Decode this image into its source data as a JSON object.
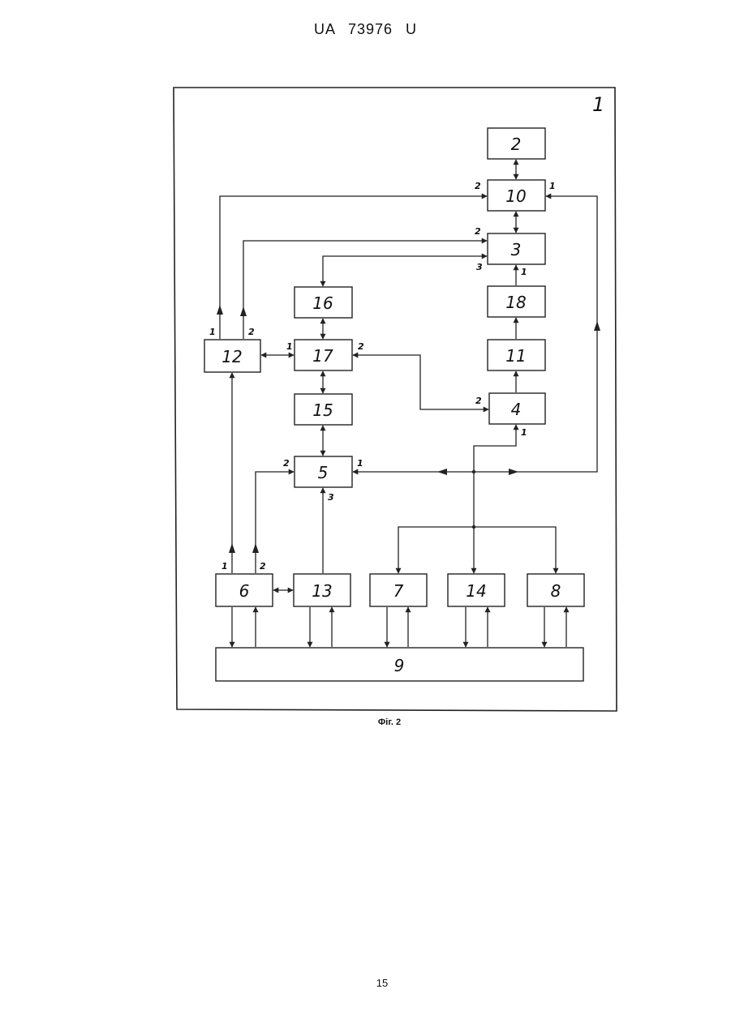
{
  "header": {
    "text": "UA   73976   U"
  },
  "figure": {
    "frame_label": "1",
    "caption": "Фіг. 2",
    "blocks": [
      {
        "id": "b2",
        "label": "2"
      },
      {
        "id": "b10",
        "label": "10"
      },
      {
        "id": "b3",
        "label": "3"
      },
      {
        "id": "b18",
        "label": "18"
      },
      {
        "id": "b11",
        "label": "11"
      },
      {
        "id": "b4",
        "label": "4"
      },
      {
        "id": "b16",
        "label": "16"
      },
      {
        "id": "b17",
        "label": "17"
      },
      {
        "id": "b15",
        "label": "15"
      },
      {
        "id": "b5",
        "label": "5"
      },
      {
        "id": "b12",
        "label": "12"
      },
      {
        "id": "b6",
        "label": "6"
      },
      {
        "id": "b13",
        "label": "13"
      },
      {
        "id": "b7",
        "label": "7"
      },
      {
        "id": "b14",
        "label": "14"
      },
      {
        "id": "b8",
        "label": "8"
      },
      {
        "id": "b9",
        "label": "9"
      }
    ],
    "ports": {
      "p10_2": "2",
      "p10_1": "1",
      "p3_2": "2",
      "p3_3": "3",
      "p3_1": "1",
      "p12_1": "1",
      "p12_2": "2",
      "p17_1": "1",
      "p17_2": "2",
      "p4_2": "2",
      "p4_1": "1",
      "p5_2": "2",
      "p5_1": "1",
      "p5_3": "3",
      "p6_1": "1",
      "p6_2": "2"
    }
  },
  "page_number": "15"
}
